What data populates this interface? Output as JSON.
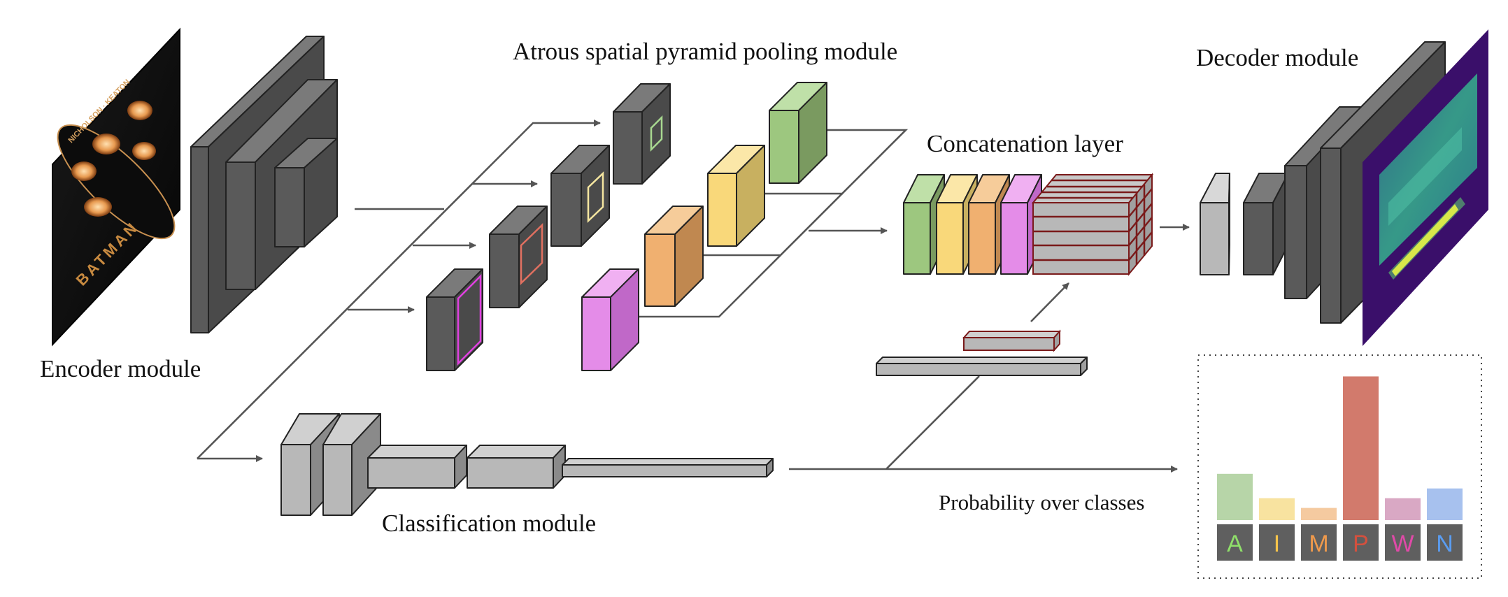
{
  "labels": {
    "encoder": "Encoder module",
    "aspp": "Atrous spatial pyramid pooling module",
    "concat": "Concatenation layer",
    "decoder": "Decoder module",
    "classification": "Classification module",
    "probability": "Probability over classes"
  },
  "poster": {
    "title": "BATMAN",
    "credits": "NICHOLSON · KEATON"
  },
  "colors": {
    "dark_block": "#5a5a5a",
    "light_block": "#b8b8b8",
    "green": "#9dc77f",
    "yellow": "#f9d87a",
    "orange": "#f0b070",
    "magenta": "#e48ce8",
    "pink_outline": "#e040e0",
    "concat_red": "#7a1a1a",
    "heatmap_bg": "#3a0f6a",
    "heatmap_mid": "#2c9f8a",
    "heatmap_hot": "#d8e84a",
    "arrow": "#555555"
  },
  "chart_data": {
    "type": "bar",
    "categories": [
      "A",
      "I",
      "M",
      "P",
      "W",
      "N"
    ],
    "values": [
      0.19,
      0.09,
      0.05,
      0.59,
      0.09,
      0.13
    ],
    "ylim": [
      0,
      0.62
    ],
    "bar_colors": [
      "#b7d5a8",
      "#f8e3a0",
      "#f5caa0",
      "#d27a6c",
      "#d9a8c4",
      "#a7c1ee"
    ],
    "label_colors": [
      "#8fe06a",
      "#f6c44a",
      "#f09a4c",
      "#d4503e",
      "#e04aa8",
      "#5a9cf0"
    ],
    "grid": false,
    "legend": "none"
  }
}
